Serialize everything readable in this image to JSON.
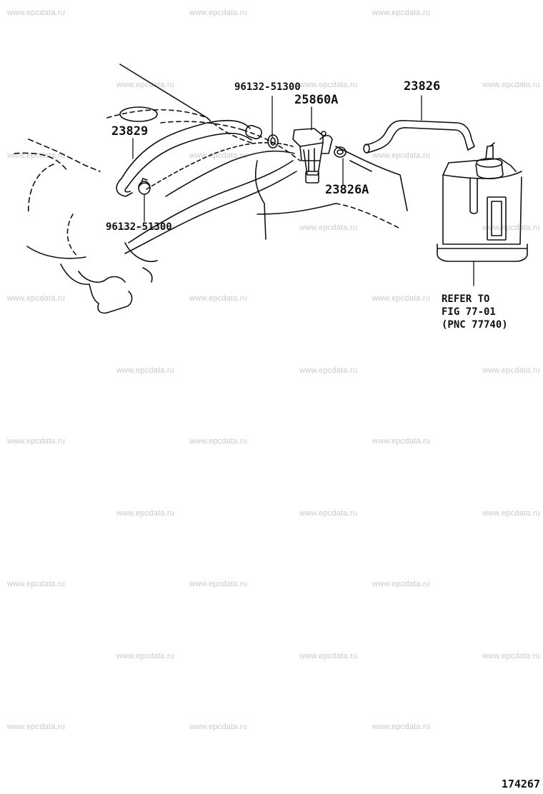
{
  "watermark": "www.epcdata.ru",
  "labels": {
    "clip_top": "96132-51300",
    "valve": "25860A",
    "hose_right": "23826",
    "hose_left": "23829",
    "clip_right": "23826A",
    "clip_bottom": "96132-51300"
  },
  "reference_note": [
    "REFER TO",
    "FIG 77-01",
    "(PNC 77740)"
  ],
  "figure_number": "174267"
}
